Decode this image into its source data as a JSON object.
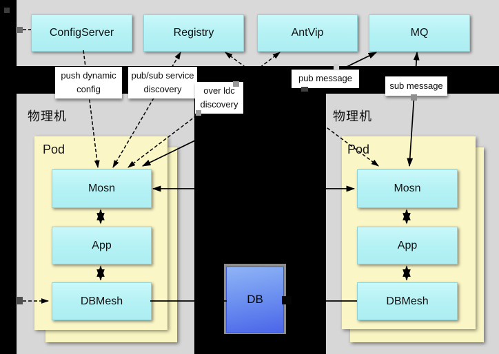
{
  "diagram": {
    "services": [
      "ConfigServer",
      "Registry",
      "AntVip",
      "MQ"
    ],
    "edge_labels": {
      "push_config": "push dynamic config",
      "pubsub": "pub/sub service discovery",
      "over_ldc": "over ldc discovery",
      "pub_message": "pub message",
      "sub_message": "sub message"
    },
    "machines": [
      {
        "title": "物理机",
        "pod": {
          "title": "Pod",
          "components": [
            "Mosn",
            "App",
            "DBMesh"
          ]
        }
      },
      {
        "title": "物理机",
        "pod": {
          "title": "Pod",
          "components": [
            "Mosn",
            "App",
            "DBMesh"
          ]
        }
      }
    ],
    "db_label": "DB",
    "colors": {
      "service_fill": "#b3f1f4",
      "pod_fill": "#faf6c6",
      "panel_gray": "#d7d7d7",
      "db_gradient_top": "#8fb4f6",
      "db_gradient_bottom": "#4c66e9",
      "line": "#000000",
      "label_bg": "#ffffff"
    }
  }
}
